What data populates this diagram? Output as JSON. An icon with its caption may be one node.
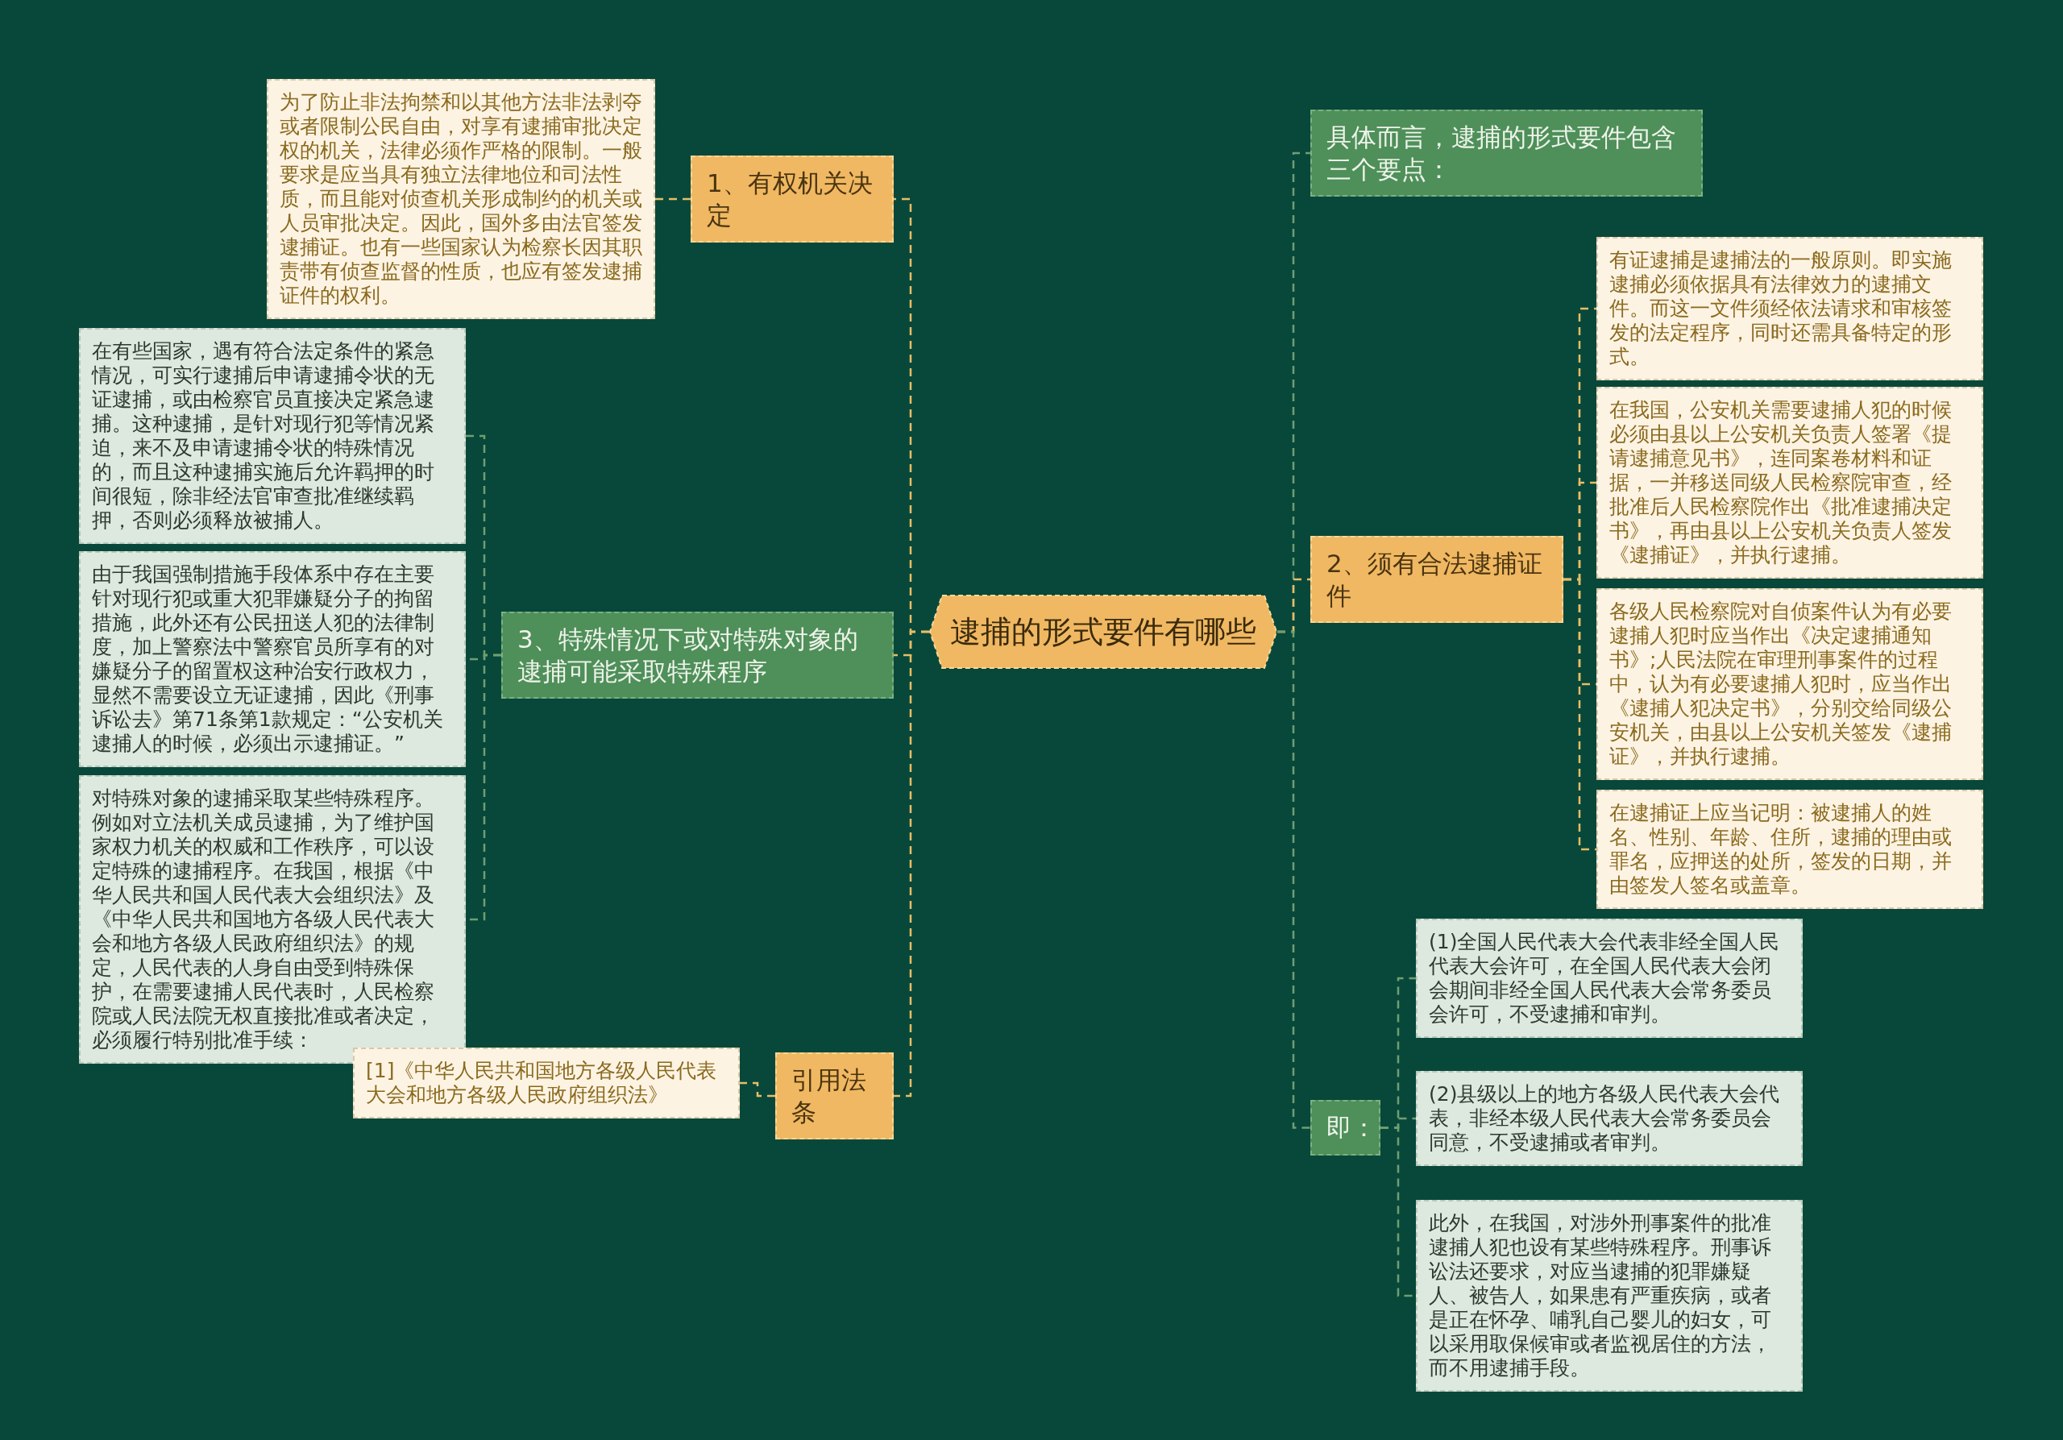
{
  "diagram": {
    "nodes": [
      {
        "text": [
          "逮捕的形式要件有哪些"
        ]
      },
      {
        "text": [
          "1、有权机关决定"
        ]
      },
      {
        "text": [
          "为了防止非法拘禁和以其他方法非法剥夺或者限制公民自由，对享有逮捕审批决定权的机关，法律必须作严格的限制。一般要求是应当具有独立法律地位和司法性质，而且能对侦查机关形成制约的机关或人员审批决定。因此，国外多由法官签发逮捕证。也有一些国家认为检察长因其职责带有侦查监督的性质，也应有签发逮捕证件的权利。"
        ]
      },
      {
        "text": [
          "3、特殊情况下或对特殊对象的逮捕可能采取特殊程序"
        ]
      },
      {
        "text": [
          "在有些国家，遇有符合法定条件的紧急情况，可实行逮捕后申请逮捕令状的无证逮捕，或由检察官员直接决定紧急逮捕。这种逮捕，是针对现行犯等情况紧迫，来不及申请逮捕令状的特殊情况的，而且这种逮捕实施后允许羁押的时间很短，除非经法官审查批准继续羁押，否则必须释放被捕人。"
        ]
      },
      {
        "text": [
          "由于我国强制措施手段体系中存在主要针对现行犯或重大犯罪嫌疑分子的拘留措施，此外还有公民扭送人犯的法律制度，加上警察法中警察官员所享有的对嫌疑分子的留置权这种治安行政权力，显然不需要设立无证逮捕，因此《刑事诉讼去》第71条第1款规定：“公安机关逮捕人的时候，必须出示逮捕证。”"
        ]
      },
      {
        "text": [
          "对特殊对象的逮捕采取某些特殊程序。例如对立法机关成员逮捕，为了维护国家权力机关的权威和工作秩序，可以设定特殊的逮捕程序。在我国，根据《中华人民共和国人民代表大会组织法》及《中华人民共和国地方各级人民代表大会和地方各级人民政府组织法》的规定，人民代表的人身自由受到特殊保护，在需要逮捕人民代表时，人民检察院或人民法院无权直接批准或者决定，必须履行特别批准手续："
        ]
      },
      {
        "text": [
          "引用法条"
        ]
      },
      {
        "text": [
          "[1]《中华人民共和国地方各级人民代表大会和地方各级人民政府组织法》"
        ]
      },
      {
        "text": [
          "具体而言，逮捕的形式要件包含三个要点："
        ]
      },
      {
        "text": [
          "2、须有合法逮捕证件"
        ]
      },
      {
        "text": [
          "有证逮捕是逮捕法的一般原则。即实施逮捕必须依据具有法律效力的逮捕文件。而这一文件须经依法请求和审核签发的法定程序，同时还需具备特定的形式。"
        ]
      },
      {
        "text": [
          "在我国，公安机关需要逮捕人犯的时候必须由县以上公安机关负责人签署《提请逮捕意见书》，连同案卷材料和证据，一并移送同级人民检察院审查，经批准后人民检察院作出《批准逮捕决定书》，再由县以上公安机关负责人签发《逮捕证》，并执行逮捕。"
        ]
      },
      {
        "text": [
          "各级人民检察院对自侦案件认为有必要逮捕人犯时应当作出《决定逮捕通知书》;人民法院在审理刑事案件的过程中，认为有必要逮捕人犯时，应当作出《逮捕人犯决定书》，分别交给同级公安机关，由县以上公安机关签发《逮捕证》，并执行逮捕。"
        ]
      },
      {
        "text": [
          "在逮捕证上应当记明：被逮捕人的姓名、性别、年龄、住所，逮捕的理由或罪名，应押送的处所，签发的日期，并由签发人签名或盖章。"
        ]
      },
      {
        "text": [
          "即："
        ]
      },
      {
        "text": [
          "(1)全国人民代表大会代表非经全国人民代表大会许可，在全国人民代表大会闭会期间非经全国人民代表大会常务委员会许可，不受逮捕和审判。"
        ]
      },
      {
        "text": [
          "(2)县级以上的地方各级人民代表大会代表，非经本级人民代表大会常务委员会同意，不受逮捕或者审判。"
        ]
      },
      {
        "text": [
          "此外，在我国，对涉外刑事案件的批准逮捕人犯也设有某些特殊程序。刑事诉讼法还要求，对应当逮捕的犯罪嫌疑人、被告人，如果患有严重疾病，或者是正在怀孕、哺乳自己婴儿的妇女，可以采用取保候审或者监视居住的方法，而不用逮捕手段。"
        ]
      }
    ],
    "edges": [
      {
        "from": 0,
        "to": 1,
        "arrow": "none",
        "style": "dashed"
      },
      {
        "from": 0,
        "to": 3,
        "arrow": "none",
        "style": "dashed"
      },
      {
        "from": 0,
        "to": 7,
        "arrow": "none",
        "style": "dashed"
      },
      {
        "from": 1,
        "to": 2,
        "arrow": "none",
        "style": "dashed"
      },
      {
        "from": 3,
        "to": 4,
        "arrow": "none",
        "style": "dashed",
        "color": "#6f9e72"
      },
      {
        "from": 3,
        "to": 5,
        "arrow": "none",
        "style": "dashed",
        "color": "#6f9e72"
      },
      {
        "from": 3,
        "to": 6,
        "arrow": "none",
        "style": "dashed",
        "color": "#6f9e72"
      },
      {
        "from": 7,
        "to": 8,
        "arrow": "none",
        "style": "dashed"
      },
      {
        "from": 0,
        "to": 9,
        "arrow": "none",
        "style": "dashed",
        "color": "#6f9e72"
      },
      {
        "from": 0,
        "to": 10,
        "arrow": "none",
        "style": "dashed"
      },
      {
        "from": 0,
        "to": 15,
        "arrow": "none",
        "style": "dashed",
        "color": "#6f9e72"
      },
      {
        "from": 10,
        "to": 11,
        "arrow": "none",
        "style": "dashed"
      },
      {
        "from": 10,
        "to": 12,
        "arrow": "none",
        "style": "dashed"
      },
      {
        "from": 10,
        "to": 13,
        "arrow": "none",
        "style": "dashed"
      },
      {
        "from": 10,
        "to": 14,
        "arrow": "none",
        "style": "dashed"
      },
      {
        "from": 15,
        "to": 16,
        "arrow": "none",
        "style": "dashed",
        "color": "#6f9e72"
      },
      {
        "from": 15,
        "to": 17,
        "arrow": "none",
        "style": "dashed",
        "color": "#6f9e72"
      },
      {
        "from": 15,
        "to": 18,
        "arrow": "none",
        "style": "dashed",
        "color": "#6f9e72"
      }
    ]
  }
}
